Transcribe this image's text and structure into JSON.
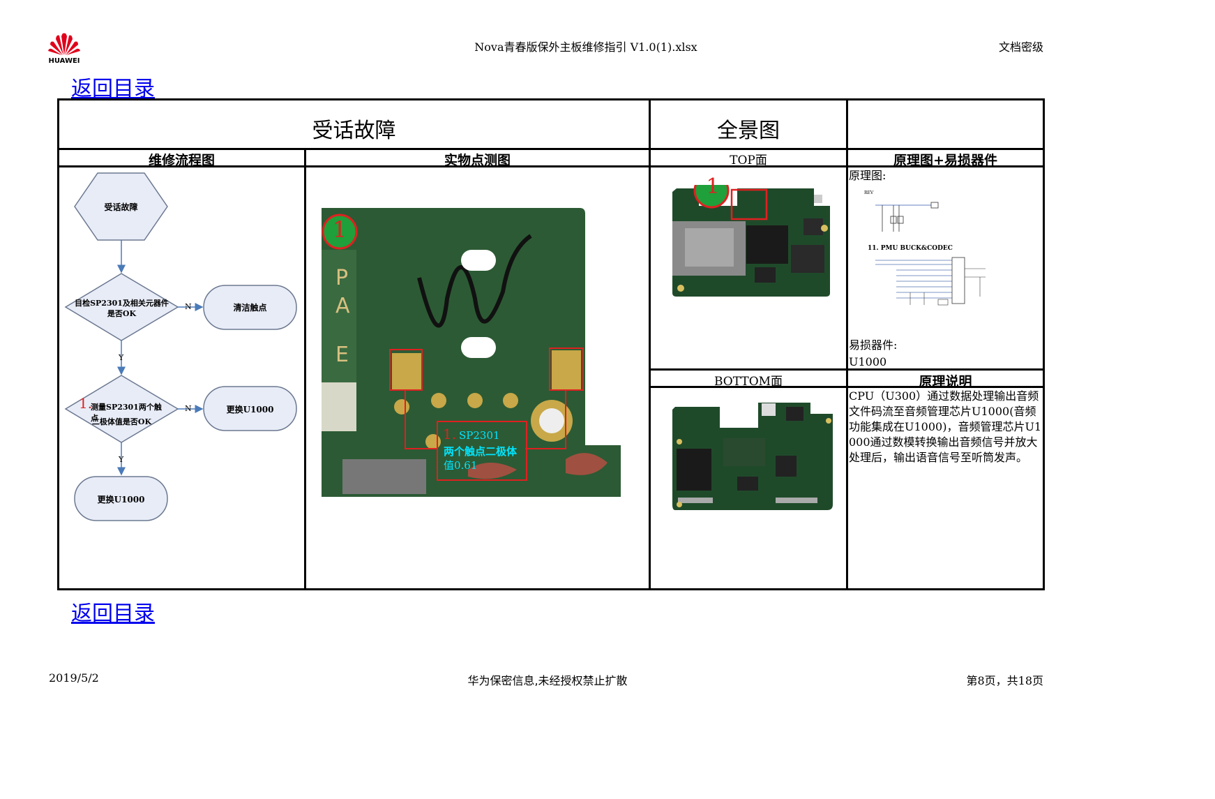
{
  "header": {
    "logo_text": "HUAWEI",
    "file_name": "Nova青春版保外主板维修指引 V1.0(1).xlsx",
    "doc_level": "文档密级"
  },
  "nav": {
    "back_top": "返回目录",
    "back_bottom": "返回目录"
  },
  "table": {
    "title_fault": "受话故障",
    "title_panorama": "全景图",
    "col_flow": "维修流程图",
    "col_measure": "实物点测图",
    "col_top": "TOP面",
    "col_schematic": "原理图+易损器件",
    "col_bottom": "BOTTOM面",
    "col_principle": "原理说明"
  },
  "flow": {
    "start": "受话故障",
    "check_line1": "目检SP2301及相关元器件",
    "check_line2": "是否OK",
    "clean": "清洁触点",
    "measure_num": "1.",
    "measure_line1": "测量SP2301两个触点",
    "measure_line2": "二极体值是否OK",
    "replace1": "更换U1000",
    "replace2": "更换U1000",
    "n1": "N",
    "n2": "N",
    "y1": "Y",
    "y2": "Y"
  },
  "photo": {
    "marker": "1",
    "label_num": "1.",
    "label_part": "SP2301",
    "label_line1": "两个触点二极体",
    "label_line2": "值0.61"
  },
  "top_photo": {
    "marker": "1"
  },
  "schematic": {
    "schematic_label": "原理图:",
    "section_title": "11. PMU BUCK&CODEC",
    "vulnerable_label": "易损器件:",
    "vulnerable_part": "U1000"
  },
  "principle": {
    "text": "CPU（U300）通过数据处理输出音频文件码流至音频管理芯片U1000(音频功能集成在U1000)，音频管理芯片U1000通过数模转换输出音频信号并放大处理后，输出语音信号至听筒发声。"
  },
  "footer": {
    "date": "2019/5/2",
    "confidential": "华为保密信息,未经授权禁止扩散",
    "page": "第8页，共18页"
  },
  "colors": {
    "link": "#0000ee",
    "flow_fill": "#e8ecf7",
    "flow_stroke": "#6b7890",
    "arrow": "#4a7ab8",
    "marker_green": "#1fa03a",
    "marker_red": "#e02020",
    "label_cyan": "#00e5ff",
    "pcb_green": "#1f4a2a"
  }
}
